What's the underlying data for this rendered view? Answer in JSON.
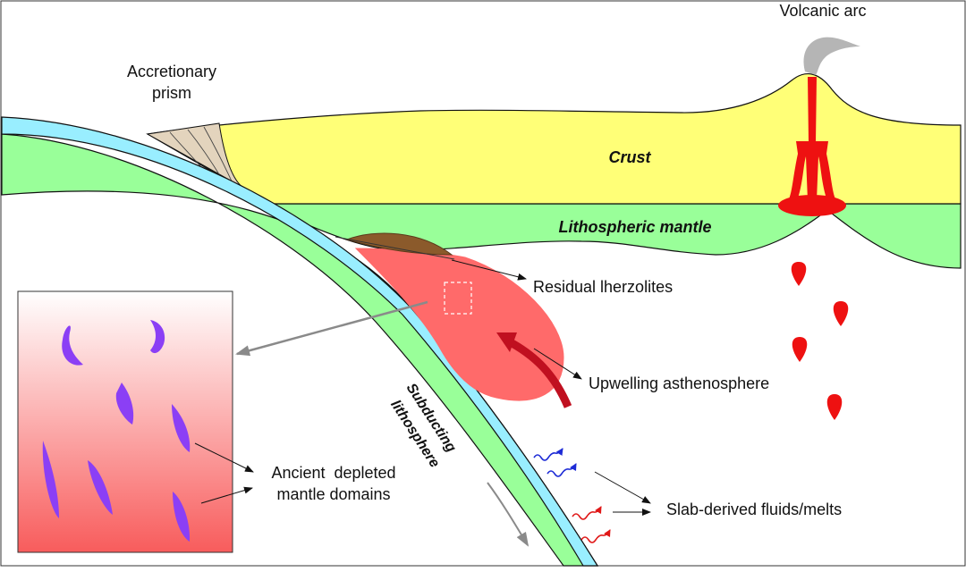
{
  "labels": {
    "volcanic_arc": "Volcanic arc",
    "accretionary_1": "Accretionary",
    "accretionary_2": "prism",
    "crust": "Crust",
    "lithospheric_mantle": "Lithospheric mantle",
    "residual_lherzolites": "Residual lherzolites",
    "upwelling": "Upwelling asthenosphere",
    "subducting_1": "Subducting",
    "subducting_2": "lithosphere",
    "ancient_1": "Ancient  depleted",
    "ancient_2": "mantle domains",
    "slab_fluids": "Slab-derived fluids/melts"
  },
  "colors": {
    "crust": "#ffff77",
    "lithospheric_mantle": "#99ff99",
    "subducting_lithosphere": "#99ff99",
    "oceanic_crust": "#99eeff",
    "accretionary_prism": "#e3d4bd",
    "asthenosphere": "#ff6a6a",
    "magma": "#ee1111",
    "lherzolite": "#8b5a2b",
    "plume": "#b5b5b5",
    "depleted_domains": "#8b3ff5",
    "fluid_blue": "#1d2bd6",
    "fluid_red": "#e01818",
    "upwelling_arrow": "#c01020"
  }
}
